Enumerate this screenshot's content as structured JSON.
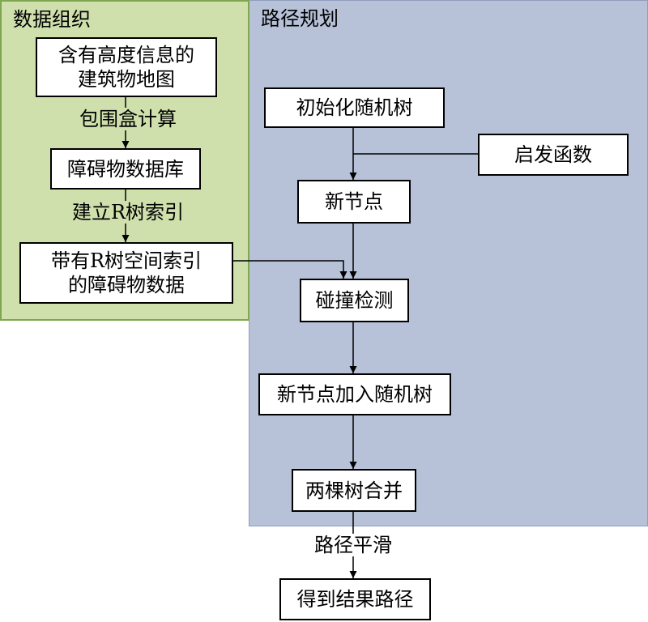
{
  "regions": {
    "data_organization": {
      "title": "数据组织",
      "color": "#cfe0ad"
    },
    "path_planning": {
      "title": "路径规划",
      "color": "#b7c2d9"
    }
  },
  "nodes": {
    "building_map": "含有高度信息的\n建筑物地图",
    "obstacle_db": "障碍物数据库",
    "rtree_obstacle_data": "带有R树空间索引\n的障碍物数据",
    "init_tree": "初始化随机树",
    "heuristic": "启发函数",
    "new_node": "新节点",
    "collision": "碰撞检测",
    "add_node": "新节点加入随机树",
    "merge": "两棵树合并",
    "result_path": "得到结果路径"
  },
  "edge_labels": {
    "bbox_calc": "包围盒计算",
    "build_rtree": "建立R树索引",
    "smooth": "路径平滑"
  }
}
